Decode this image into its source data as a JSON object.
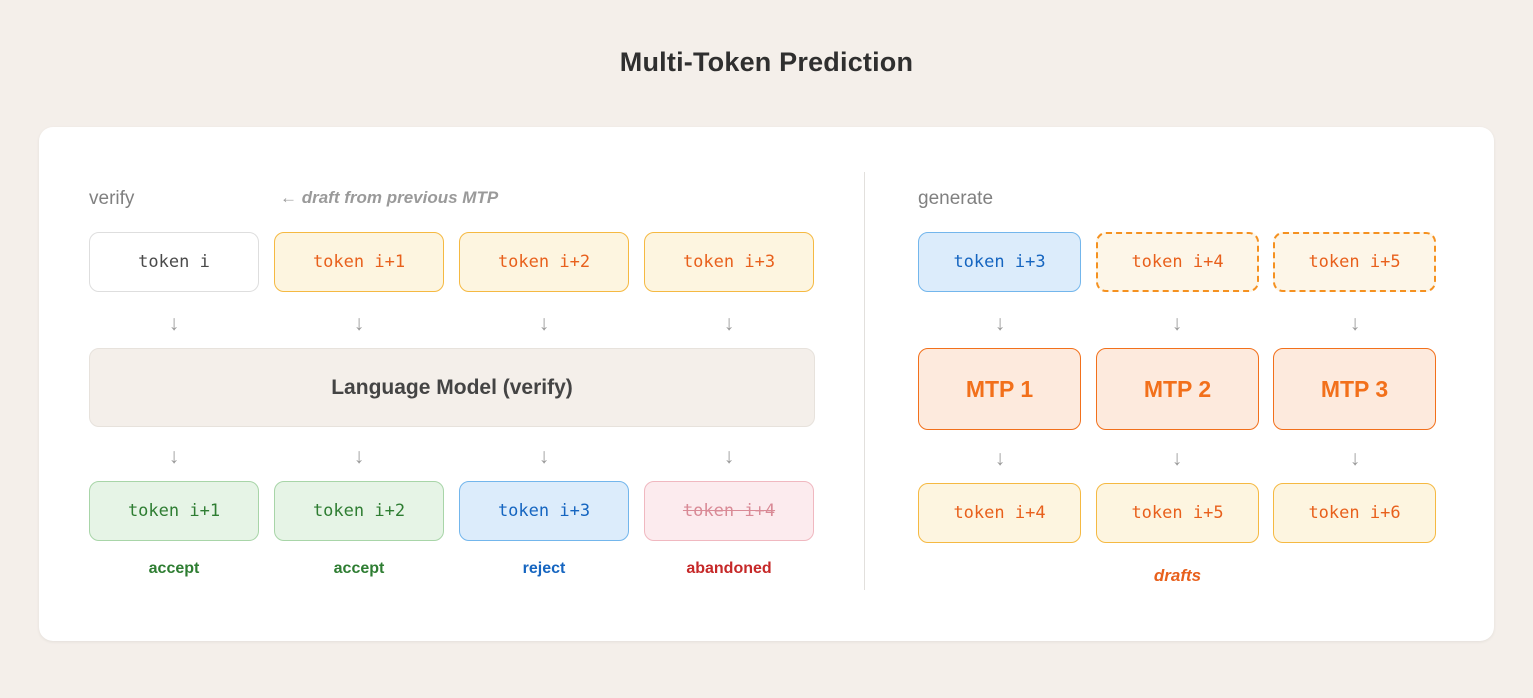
{
  "title": "Multi-Token Prediction",
  "left_panel": {
    "label": "verify",
    "note": "← draft from previous MTP",
    "input_row": [
      {
        "text": "token i",
        "style": "plain"
      },
      {
        "text": "token i+1",
        "style": "draft"
      },
      {
        "text": "token i+2",
        "style": "draft"
      },
      {
        "text": "token i+3",
        "style": "draft"
      }
    ],
    "model_bar": "Language Model (verify)",
    "output_row": [
      {
        "text": "token i+1",
        "style": "accept",
        "caption": "accept",
        "caption_color": "green"
      },
      {
        "text": "token i+2",
        "style": "accept",
        "caption": "accept",
        "caption_color": "green"
      },
      {
        "text": "token i+3",
        "style": "blue",
        "caption": "reject",
        "caption_color": "blue"
      },
      {
        "text": "token i+4",
        "style": "reject",
        "caption": "abandoned",
        "caption_color": "red"
      }
    ]
  },
  "right_panel": {
    "label": "generate",
    "input_row": [
      {
        "text": "token i+3",
        "style": "blue"
      },
      {
        "text": "token i+4",
        "style": "dashed"
      },
      {
        "text": "token i+5",
        "style": "dashed"
      }
    ],
    "mtp_row": [
      {
        "text": "MTP 1"
      },
      {
        "text": "MTP 2"
      },
      {
        "text": "MTP 3"
      }
    ],
    "output_row": [
      {
        "text": "token i+4",
        "style": "draft"
      },
      {
        "text": "token i+5",
        "style": "draft"
      },
      {
        "text": "token i+6",
        "style": "draft"
      }
    ],
    "drafts_label": "drafts"
  },
  "icons": {
    "down_arrow": "↓"
  },
  "colors": {
    "page_bg": "#f4efea",
    "card_bg": "#ffffff",
    "orange": "#e8601c",
    "mtp_orange": "#f2701b",
    "green": "#2e7d32",
    "blue": "#1565c0",
    "red": "#c62828",
    "muted": "#808080"
  }
}
